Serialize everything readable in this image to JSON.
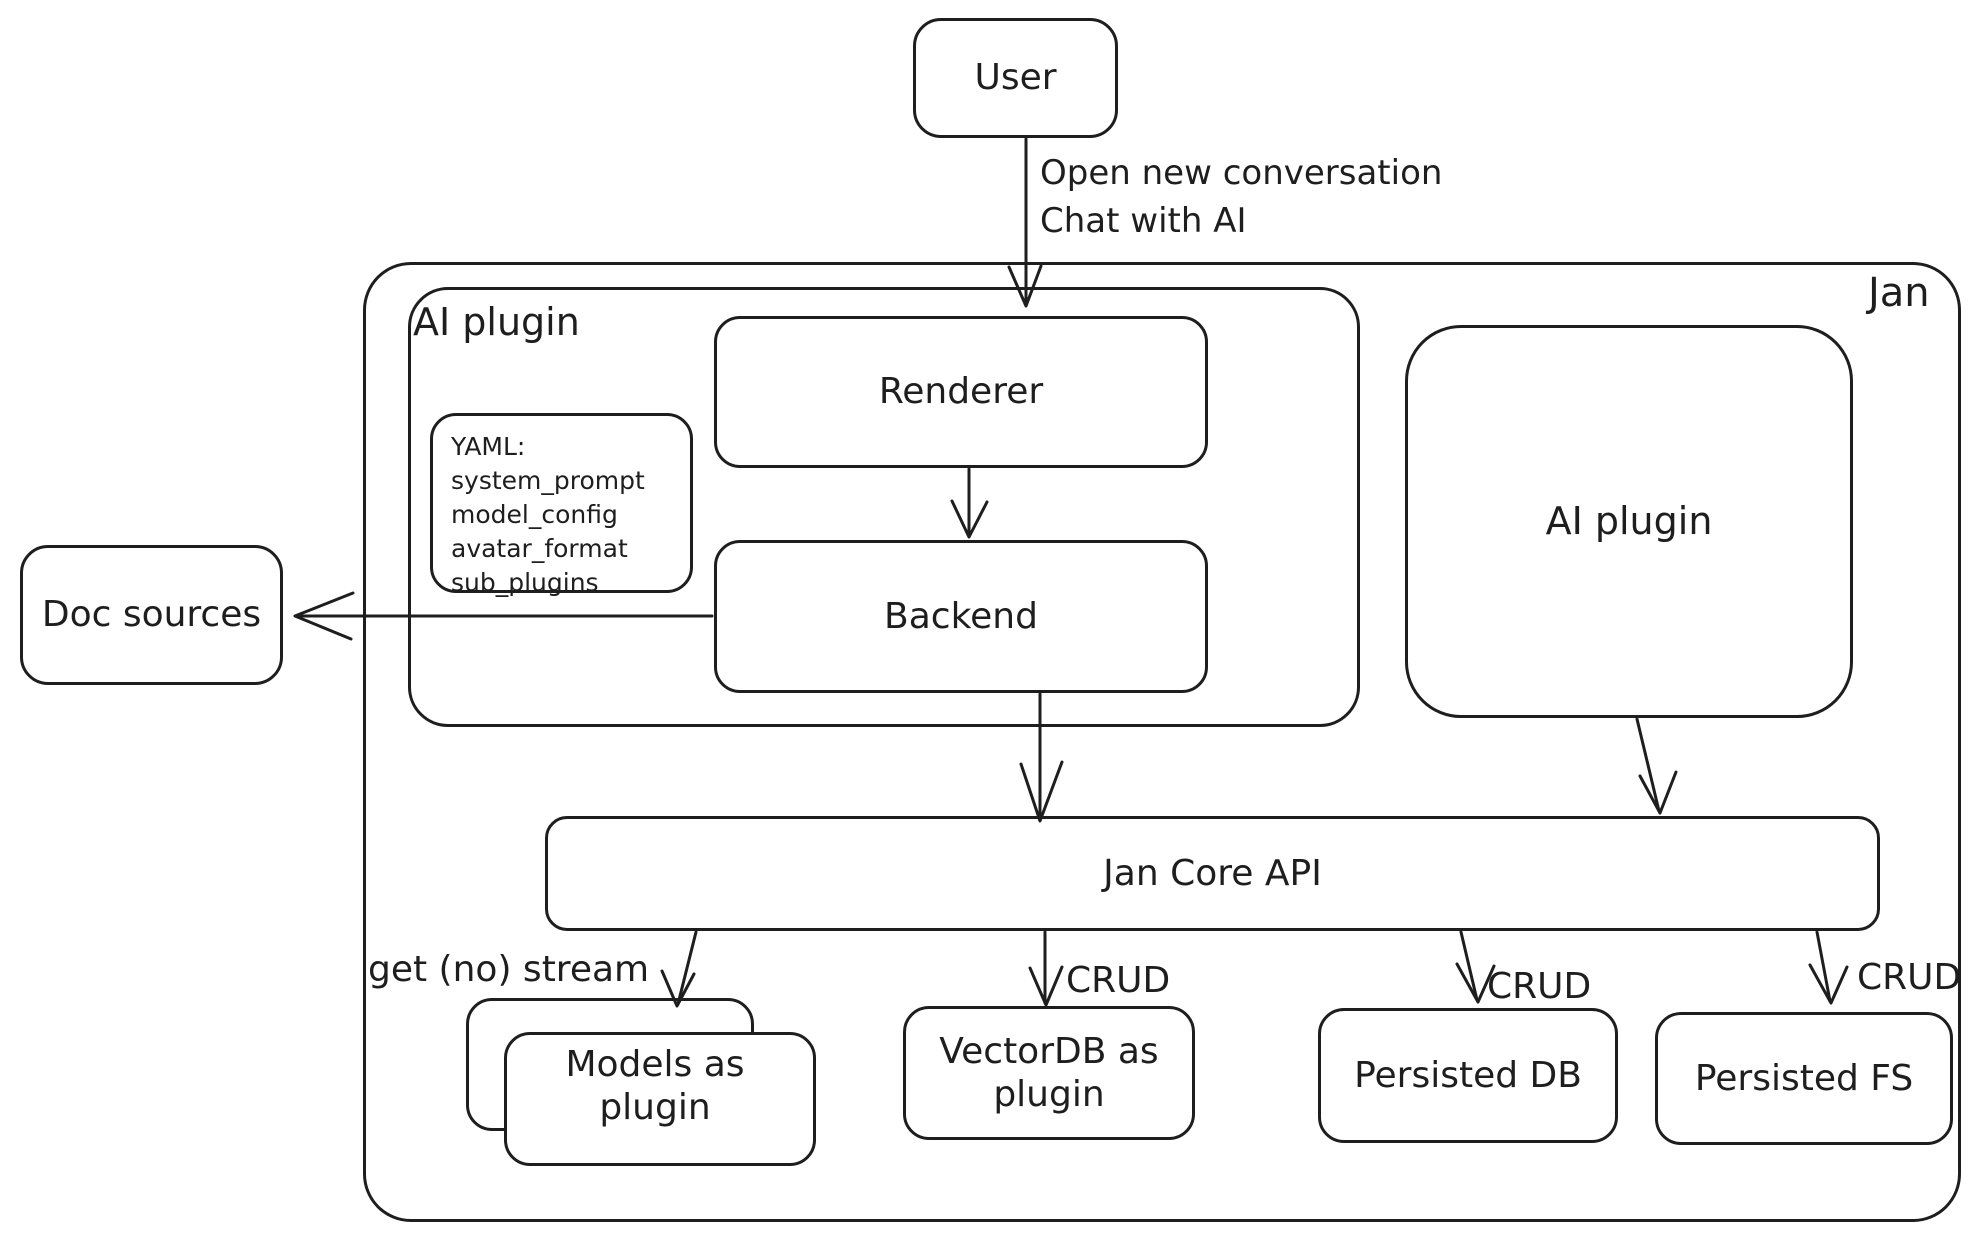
{
  "nodes": {
    "user": "User",
    "jan": "Jan",
    "ai_plugin_group": "AI plugin",
    "renderer": "Renderer",
    "backend": "Backend",
    "ai_plugin": "AI plugin",
    "doc_sources": "Doc sources",
    "jan_core_api": "Jan Core API",
    "models_as_plugin": "Models as\nplugin",
    "vectordb_as_plugin": "VectorDB as\nplugin",
    "persisted_db": "Persisted DB",
    "persisted_fs": "Persisted FS"
  },
  "notes": {
    "yaml": {
      "lines": [
        "YAML:",
        "system_prompt",
        "model_config",
        "avatar_format",
        "sub_plugins"
      ]
    }
  },
  "edge_labels": {
    "user_to_renderer": "Open new conversation\nChat with AI",
    "get_no_stream": "get (no) stream",
    "crud_vectordb": "CRUD",
    "crud_persisted_db": "CRUD",
    "crud_persisted_fs": "CRUD"
  },
  "colors": {
    "stroke": "#1e1e1e",
    "background": "#ffffff"
  }
}
